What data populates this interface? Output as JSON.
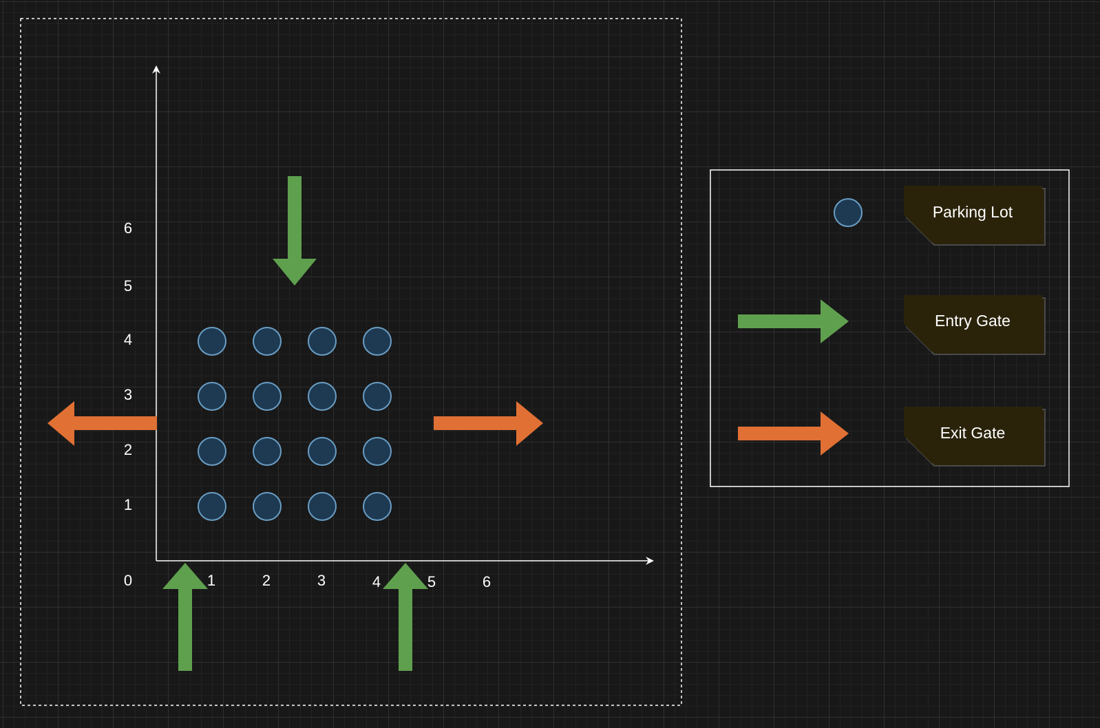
{
  "colors": {
    "background": "#181818",
    "axis": "#ffffff",
    "parking_fill": "#1e3a52",
    "parking_stroke": "#6a9ec4",
    "entry_arrow": "#5fa04e",
    "exit_arrow": "#e07034",
    "legend_note_fill": "#2a230a",
    "legend_note_border": "#4a4a4a"
  },
  "axes": {
    "y_ticks": [
      "6",
      "5",
      "4",
      "3",
      "2",
      "1",
      "0"
    ],
    "x_ticks": [
      "1",
      "2",
      "3",
      "4",
      "5",
      "6"
    ]
  },
  "parking_lots": {
    "columns": [
      1,
      2,
      3,
      4
    ],
    "rows": [
      1,
      2,
      3,
      4
    ]
  },
  "gates": {
    "entry": [
      "bottom-left",
      "bottom-right",
      "top"
    ],
    "exit": [
      "left",
      "right"
    ]
  },
  "legend": {
    "items": [
      {
        "icon": "circle-icon",
        "label": "Parking Lot"
      },
      {
        "icon": "green-arrow-icon",
        "label": "Entry Gate"
      },
      {
        "icon": "orange-arrow-icon",
        "label": "Exit Gate"
      }
    ]
  }
}
